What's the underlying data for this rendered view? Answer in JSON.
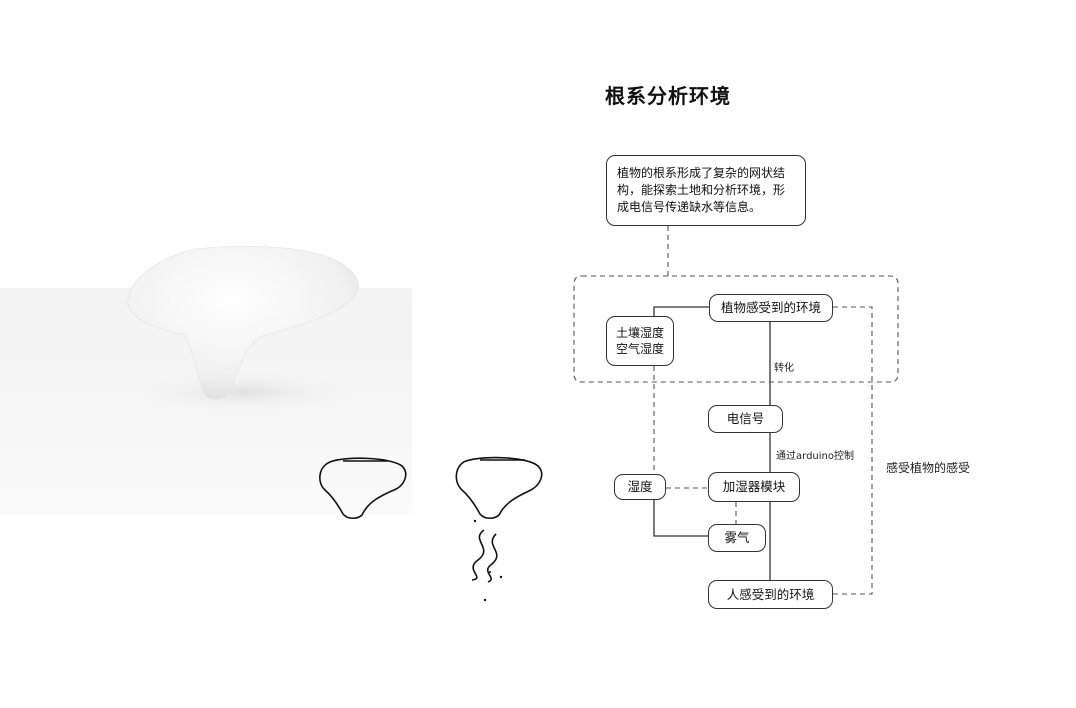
{
  "title": "根系分析环境",
  "nodes": {
    "description": "植物的根系形成了复杂的网状结构，能探索土地和分析环境，形成电信号传递缺水等信息。",
    "plant_env": "植物感受到的环境",
    "soil_air_humidity": "土壤湿度\n空气湿度",
    "electric_signal": "电信号",
    "humidifier": "加湿器模块",
    "humidity": "湿度",
    "mist": "雾气",
    "human_env": "人感受到的环境"
  },
  "edge_labels": {
    "convert": "转化",
    "arduino": "通过arduino控制",
    "feel": "感受植物的感受"
  },
  "colors": {
    "line": "#333333",
    "dashed": "#555555",
    "bg": "#ffffff"
  }
}
